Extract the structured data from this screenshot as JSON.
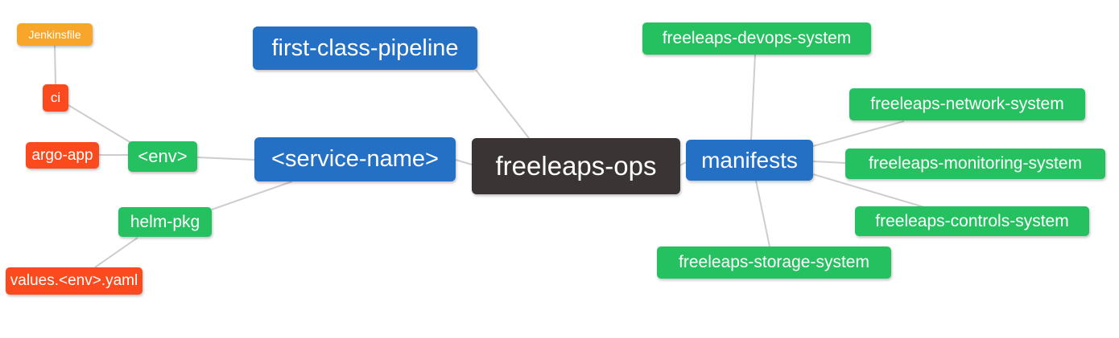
{
  "diagram": {
    "type": "mindmap",
    "root": "freeleaps-ops",
    "colors": {
      "branch_blue": "#2470C4",
      "child_green": "#25C05F",
      "root_dark": "#3A3534",
      "leaf_amber": "#F7A62B",
      "leaf_red": "#FB4B1E",
      "edge_gray": "#CDCDCD",
      "background": "#FFFFFF",
      "node_text": "#FFFFFF"
    },
    "nodes": {
      "jenkinsfile": {
        "label": "Jenkinsfile",
        "color": "#F7A62B"
      },
      "ci": {
        "label": "ci",
        "color": "#FB4B1E"
      },
      "argo_app": {
        "label": "argo-app",
        "color": "#FB4B1E"
      },
      "env": {
        "label": "<env>",
        "color": "#25C05F"
      },
      "first_class_pipeline": {
        "label": "first-class-pipeline",
        "color": "#2470C4"
      },
      "service_name": {
        "label": "<service-name>",
        "color": "#2470C4"
      },
      "freeleaps_ops": {
        "label": "freeleaps-ops",
        "color": "#3A3534"
      },
      "manifests": {
        "label": "manifests",
        "color": "#2470C4"
      },
      "helm_pkg": {
        "label": "helm-pkg",
        "color": "#25C05F"
      },
      "values_env_yaml": {
        "label": "values.<env>.yaml",
        "color": "#FB4B1E"
      },
      "devops_system": {
        "label": "freeleaps-devops-system",
        "color": "#25C05F"
      },
      "network_system": {
        "label": "freeleaps-network-system",
        "color": "#25C05F"
      },
      "monitoring_system": {
        "label": "freeleaps-monitoring-system",
        "color": "#25C05F"
      },
      "controls_system": {
        "label": "freeleaps-controls-system",
        "color": "#25C05F"
      },
      "storage_system": {
        "label": "freeleaps-storage-system",
        "color": "#25C05F"
      }
    },
    "edges": [
      [
        "jenkinsfile",
        "ci"
      ],
      [
        "ci",
        "env"
      ],
      [
        "argo_app",
        "env"
      ],
      [
        "env",
        "service_name"
      ],
      [
        "helm_pkg",
        "service_name"
      ],
      [
        "values_env_yaml",
        "helm_pkg"
      ],
      [
        "service_name",
        "freeleaps_ops"
      ],
      [
        "first_class_pipeline",
        "freeleaps_ops"
      ],
      [
        "freeleaps_ops",
        "manifests"
      ],
      [
        "manifests",
        "devops_system"
      ],
      [
        "manifests",
        "network_system"
      ],
      [
        "manifests",
        "monitoring_system"
      ],
      [
        "manifests",
        "controls_system"
      ],
      [
        "manifests",
        "storage_system"
      ]
    ]
  }
}
